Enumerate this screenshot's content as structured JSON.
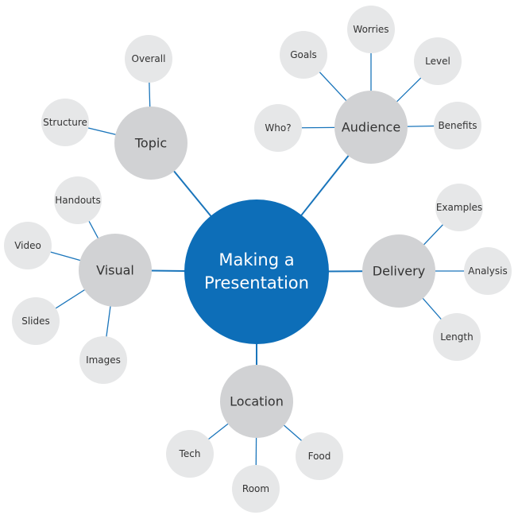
{
  "colors": {
    "center_fill": "#0d6eb8",
    "main_fill": "#d1d2d4",
    "leaf_fill": "#e6e7e8",
    "link_color": "#1a75bb",
    "text_color": "#333333",
    "center_text_color": "#ffffff"
  },
  "center": {
    "label_line1": "Making a",
    "label_line2": "Presentation"
  },
  "branches": [
    {
      "id": "topic",
      "label": "Topic",
      "children": [
        "Overall",
        "Structure"
      ]
    },
    {
      "id": "audience",
      "label": "Audience",
      "children": [
        "Goals",
        "Worries",
        "Level",
        "Who?",
        "Benefits"
      ]
    },
    {
      "id": "visual",
      "label": "Visual",
      "children": [
        "Handouts",
        "Video",
        "Slides",
        "Images"
      ]
    },
    {
      "id": "delivery",
      "label": "Delivery",
      "children": [
        "Examples",
        "Analysis",
        "Length"
      ]
    },
    {
      "id": "location",
      "label": "Location",
      "children": [
        "Tech",
        "Room",
        "Food"
      ]
    }
  ]
}
